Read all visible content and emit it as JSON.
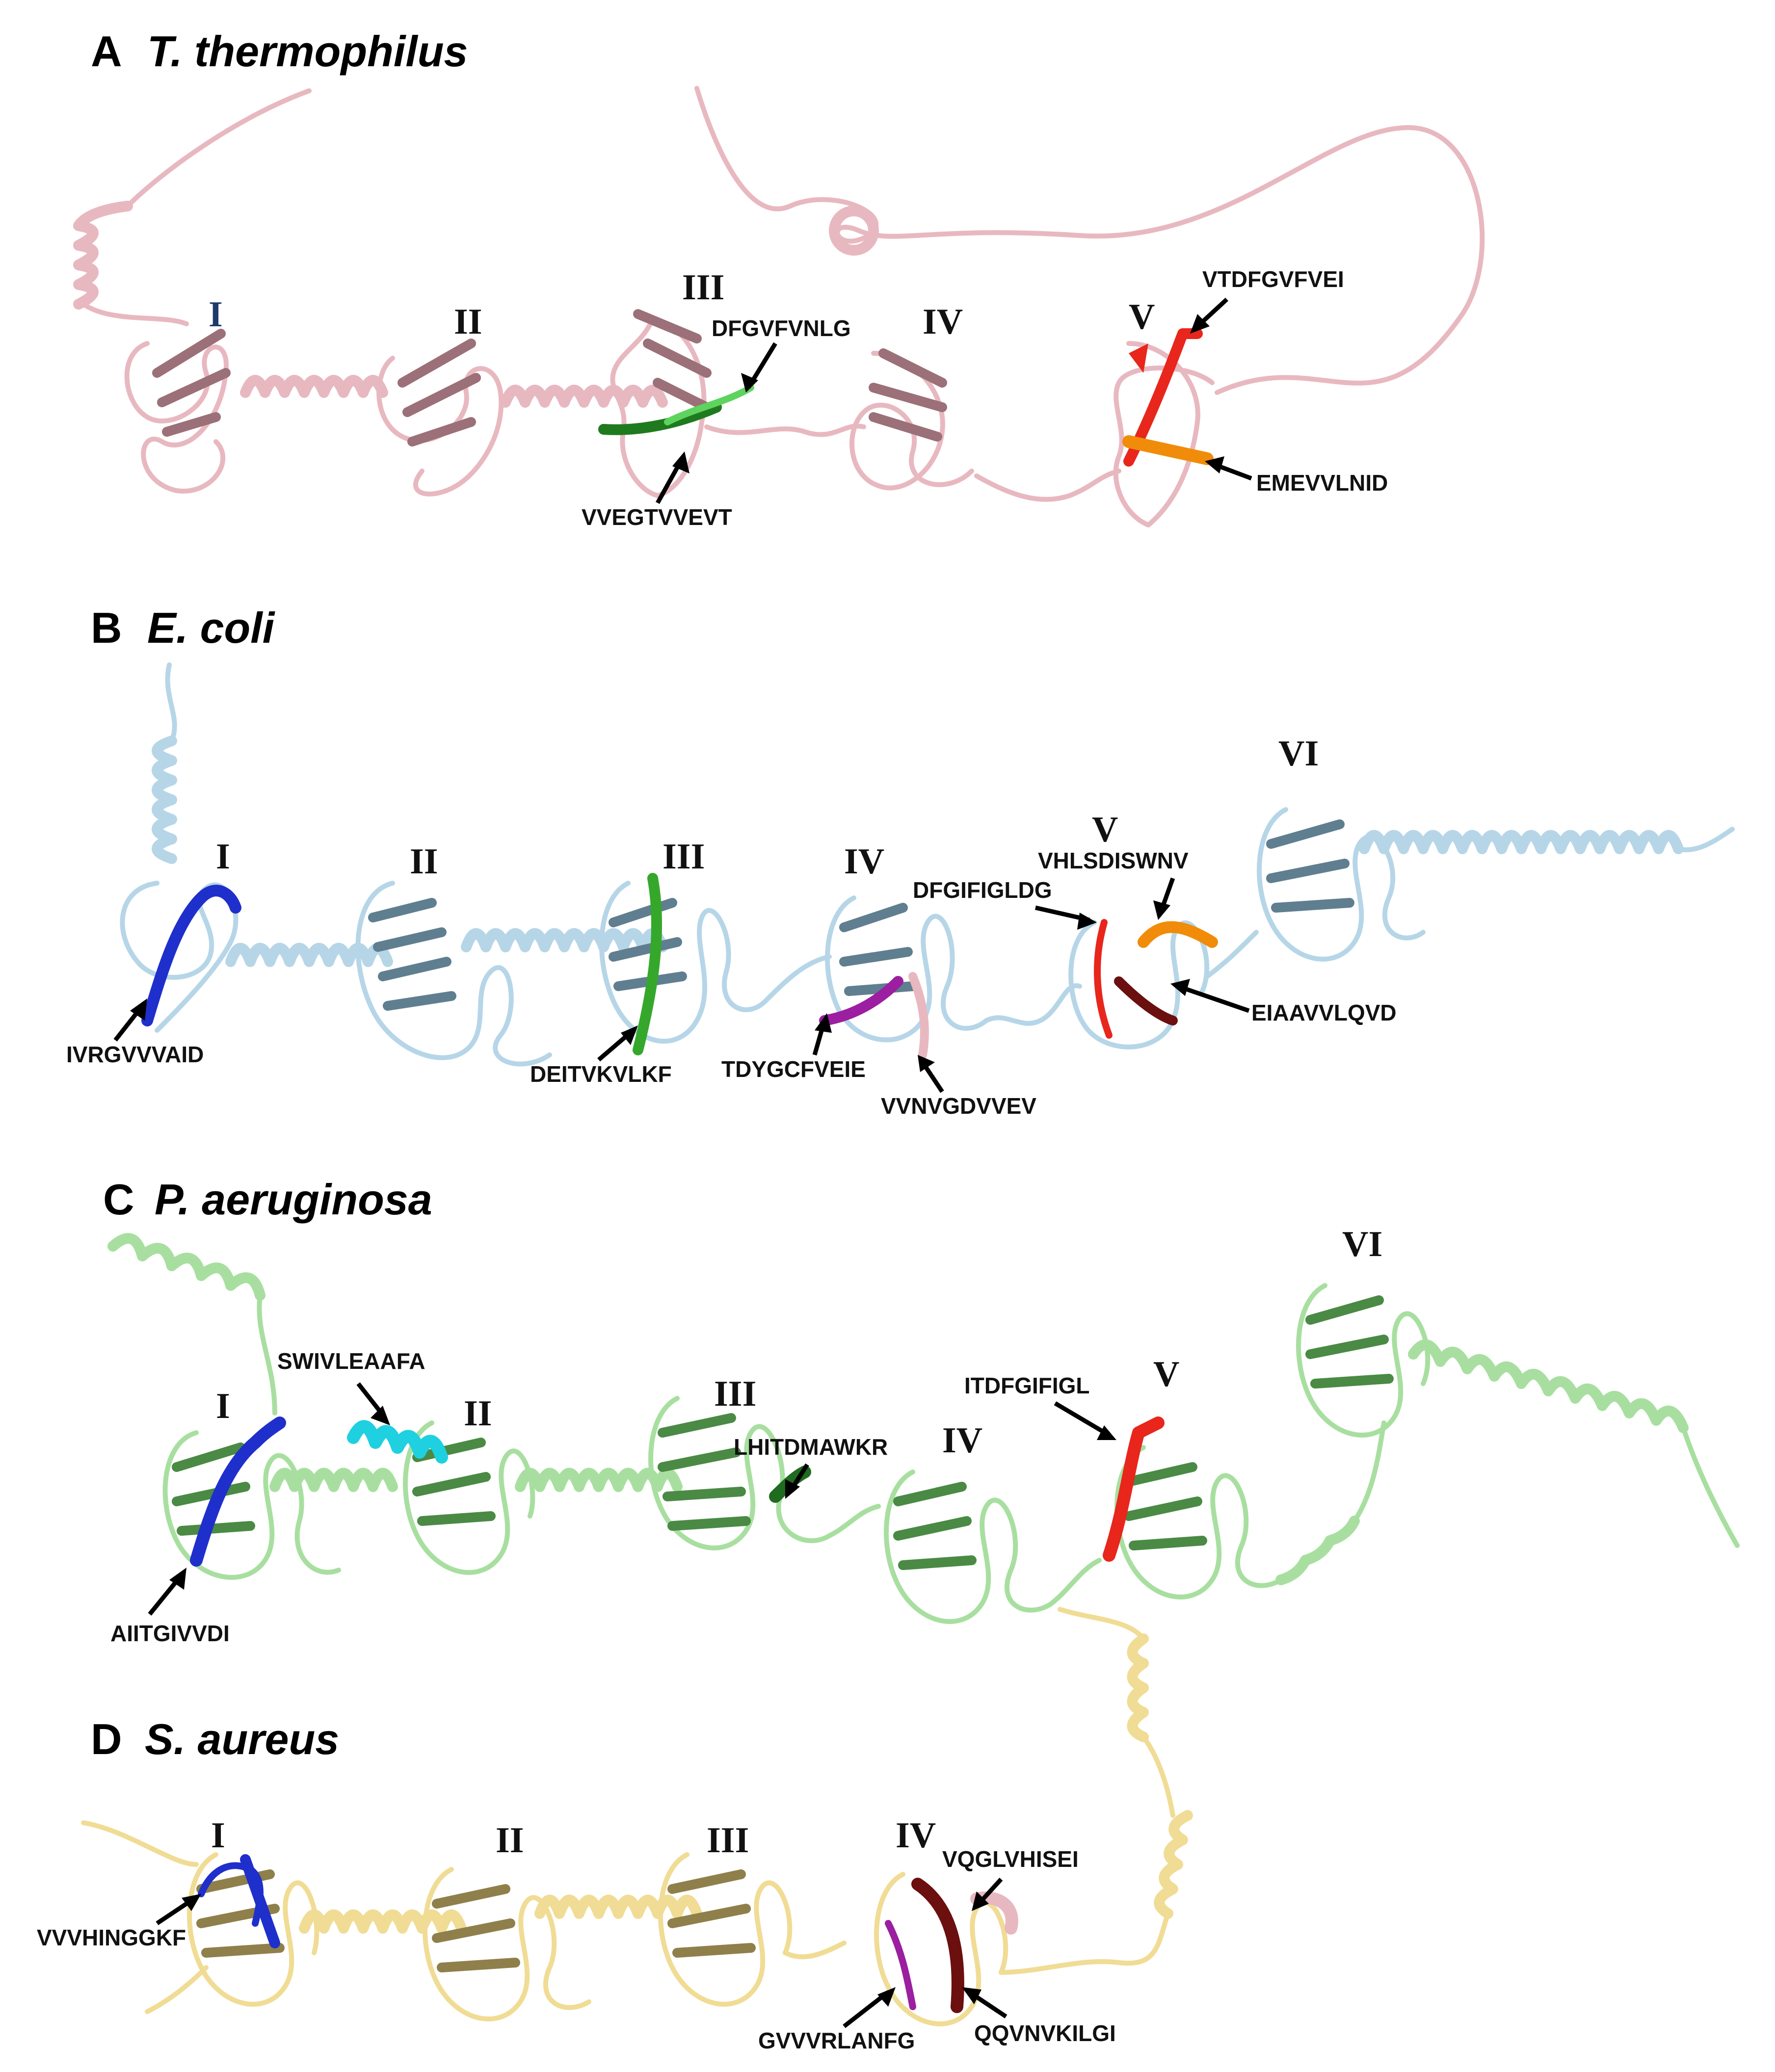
{
  "panels": [
    {
      "letter": "A",
      "species": "T. thermophilus",
      "color": "#e8b8c0",
      "dark": "#9c7078",
      "domains": [
        "I",
        "II",
        "III",
        "IV",
        "V"
      ],
      "first_domain_color": "#1f3a6b",
      "sequences": [
        {
          "label": "DFGVFVNLG",
          "color": "#5ed35e"
        },
        {
          "label": "VVEGTVVEVT",
          "color": "#1f7a1f"
        },
        {
          "label": "VTDFGVFVEI",
          "color": "#e8261c"
        },
        {
          "label": "EMEVVLNID",
          "color": "#f08c0a"
        }
      ]
    },
    {
      "letter": "B",
      "species": "E. coli",
      "color": "#b6d6e8",
      "dark": "#5f7f90",
      "domains": [
        "I",
        "II",
        "III",
        "IV",
        "V",
        "VI"
      ],
      "sequences": [
        {
          "label": "IVRGVVVAID",
          "color": "#1f2fcc"
        },
        {
          "label": "DEITVKVLKF",
          "color": "#35a82c"
        },
        {
          "label": "TDYGCFVEIE",
          "color": "#9b1fa0"
        },
        {
          "label": "VVNVGDVVEV",
          "color": "#e8b8c0"
        },
        {
          "label": "DFGIFIGLDG",
          "color": "#e8261c"
        },
        {
          "label": "VHLSDISWNV",
          "color": "#f08c0a"
        },
        {
          "label": "EIAAVVLQVD",
          "color": "#6b0f0f"
        }
      ]
    },
    {
      "letter": "C",
      "species": "P. aeruginosa",
      "color": "#a8dfa0",
      "dark": "#4a8a44",
      "domains": [
        "I",
        "II",
        "III",
        "IV",
        "V",
        "VI"
      ],
      "sequences": [
        {
          "label": "SWIVLEAAFA",
          "color": "#1ed0e0"
        },
        {
          "label": "AIITGIVVDI",
          "color": "#1f2fcc"
        },
        {
          "label": "LHITDMAWKR",
          "color": "#1f6b1f"
        },
        {
          "label": "ITDFGIFIGL",
          "color": "#e8261c"
        }
      ]
    },
    {
      "letter": "D",
      "species": "S. aureus",
      "color": "#f0dc94",
      "dark": "#8f7f4a",
      "domains": [
        "I",
        "II",
        "III",
        "IV"
      ],
      "sequences": [
        {
          "label": "VVVHINGGKF",
          "color": "#1f2fcc"
        },
        {
          "label": "VQGLVHISEI",
          "color": "#e8b8c0"
        },
        {
          "label": "GVVVRLANFG",
          "color": "#9b1fa0"
        },
        {
          "label": "QQVNVKILGI",
          "color": "#6b0f0f"
        }
      ]
    }
  ]
}
